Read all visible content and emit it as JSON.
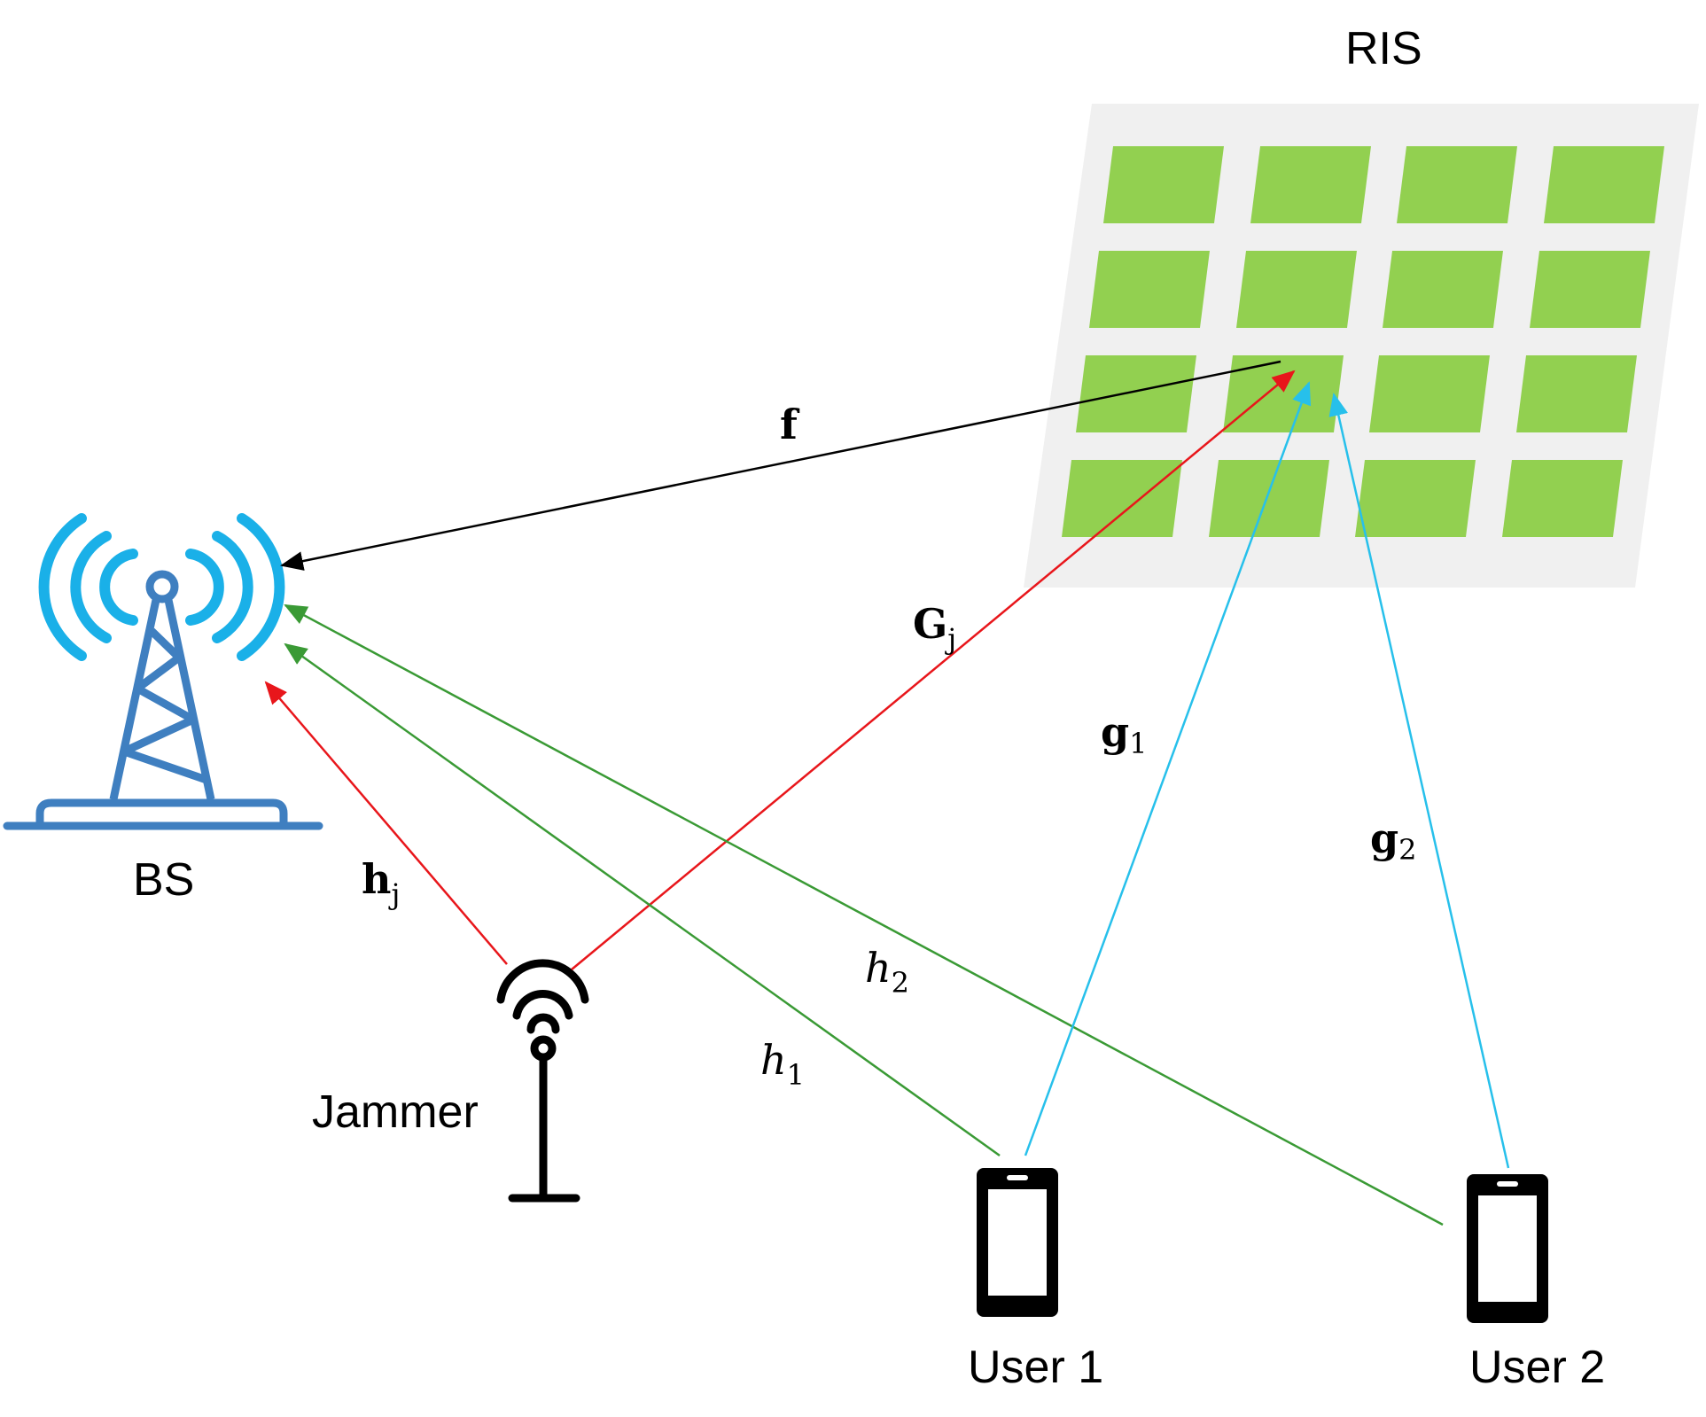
{
  "labels": {
    "ris": "RIS",
    "bs": "BS",
    "jammer": "Jammer",
    "user1": "User 1",
    "user2": "User 2"
  },
  "channels": {
    "f": {
      "main": "f",
      "sub": ""
    },
    "Gj": {
      "main": "G",
      "sub": "j"
    },
    "hj": {
      "main": "h",
      "sub": "j"
    },
    "g1": {
      "main": "g",
      "sub": "1"
    },
    "g2": {
      "main": "g",
      "sub": "2"
    },
    "h1": {
      "main": "h",
      "sub": "1"
    },
    "h2": {
      "main": "h",
      "sub": "2"
    }
  },
  "colors": {
    "ris_panel": "#f0f0f0",
    "ris_element": "#92d050",
    "bs_waves": "#1ab0e8",
    "bs_tower": "#3f7fc0",
    "link_f": "#000000",
    "link_jammer": "#e8161b",
    "link_direct": "#3a9a35",
    "link_ris_user": "#27c0eb"
  }
}
